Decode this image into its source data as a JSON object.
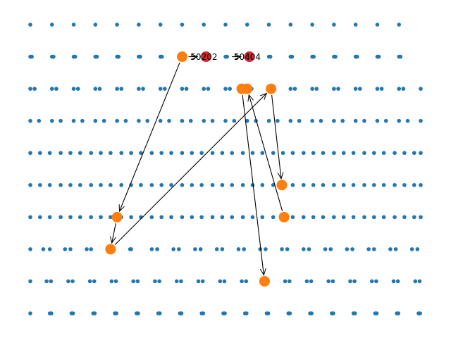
{
  "chart_data": {
    "type": "scatter",
    "grid": false,
    "axes_visible": false,
    "colors": {
      "grid_points": "#1f77b4",
      "path_points": "#ff7f0e",
      "endpoints": "#d62728",
      "arrows": "#000000"
    },
    "xlim": [
      0,
      18
    ],
    "ylim": [
      -9.3,
      0.3
    ],
    "background_points": {
      "rows": [
        {
          "y": 0,
          "x": [
            0,
            1,
            2,
            3,
            4,
            5,
            6,
            7,
            8,
            9,
            10,
            11,
            12,
            13,
            14,
            15,
            16,
            17
          ]
        },
        {
          "y": -1,
          "x": [
            0,
            0.07,
            1,
            1.07,
            2,
            2.07,
            3,
            3.07,
            4,
            4.07,
            5,
            5.07,
            6,
            6.07,
            7,
            7.07,
            8,
            8.07,
            9,
            9.07,
            10,
            10.07,
            11,
            11.07,
            12,
            12.07,
            13,
            13.07,
            14,
            14.07,
            15,
            15.07,
            16,
            16.07,
            17,
            17.07
          ]
        },
        {
          "y": -2,
          "x": [
            0,
            0.2,
            1,
            1.2,
            2,
            2.2,
            3,
            3.2,
            4,
            4.2,
            5,
            5.2,
            6,
            6.2,
            7,
            7.2,
            8,
            8.2,
            9,
            9.2,
            10,
            10.2,
            11,
            11.2,
            12,
            12.2,
            13,
            13.2,
            14,
            14.2,
            15,
            15.2,
            16,
            16.2,
            17,
            17.2,
            18
          ]
        },
        {
          "y": -3,
          "x": [
            0,
            0.4,
            1,
            1.4,
            2,
            2.4,
            3,
            3.4,
            4,
            4.4,
            5,
            5.4,
            6,
            6.4,
            7,
            7.4,
            8,
            8.4,
            9,
            9.4,
            10,
            10.4,
            11,
            11.4,
            12,
            12.4,
            13,
            13.4,
            14,
            14.4,
            15,
            15.4,
            16,
            16.4,
            17,
            17.4,
            18
          ]
        },
        {
          "y": -4,
          "x": [
            0,
            0.45,
            0.9,
            1.4,
            1.85,
            2.3,
            2.8,
            3.25,
            3.7,
            4.2,
            4.65,
            5.1,
            5.6,
            6.05,
            6.5,
            7.0,
            7.45,
            7.9,
            8.4,
            8.85,
            9.3,
            9.8,
            10.25,
            10.7,
            11.2,
            11.65,
            12.1,
            12.6,
            13.05,
            13.5,
            14.0,
            14.45,
            14.9,
            15.4,
            15.85,
            16.3,
            16.8,
            17.25,
            17.7,
            18
          ]
        },
        {
          "y": -5,
          "x": [
            0,
            0.45,
            0.9,
            1.4,
            1.85,
            2.3,
            2.8,
            3.25,
            3.7,
            4.2,
            4.65,
            5.1,
            5.6,
            6.05,
            6.5,
            7.0,
            7.45,
            7.9,
            8.4,
            8.85,
            9.3,
            9.8,
            10.25,
            10.7,
            11.2,
            11.65,
            12.1,
            12.6,
            13.05,
            13.5,
            14.0,
            14.45,
            14.9,
            15.4,
            15.85,
            16.3,
            16.8,
            17.25,
            17.7,
            18
          ]
        },
        {
          "y": -6,
          "x": [
            0,
            0.45,
            0.9,
            1.4,
            1.85,
            2.3,
            2.8,
            3.25,
            3.7,
            4.2,
            4.65,
            5.1,
            5.6,
            6.05,
            6.5,
            7.0,
            7.45,
            7.9,
            8.4,
            8.85,
            9.3,
            9.8,
            10.25,
            10.7,
            11.2,
            11.65,
            12.1,
            12.6,
            13.05,
            13.5,
            14.0,
            14.45,
            14.9,
            15.4,
            15.85,
            16.3,
            16.8,
            17.25,
            17.7,
            18
          ]
        },
        {
          "y": -7,
          "x": [
            0,
            0.6,
            0.9,
            1.6,
            1.85,
            2.6,
            2.8,
            3.6,
            3.7,
            4.6,
            4.65,
            5.6,
            5.85,
            6.6,
            6.85,
            7.6,
            7.85,
            8.6,
            8.85,
            9.6,
            9.85,
            10.6,
            10.85,
            11.6,
            11.85,
            12.6,
            12.85,
            13.6,
            13.85,
            14.6,
            14.85,
            15.6,
            15.85,
            16.6,
            16.85,
            17.6,
            17.85
          ]
        },
        {
          "y": -8,
          "x": [
            0,
            0.75,
            0.95,
            1.75,
            1.95,
            2.75,
            2.95,
            3.75,
            3.95,
            4.75,
            4.95,
            5.75,
            5.95,
            6.75,
            6.95,
            7.75,
            7.95,
            8.75,
            8.95,
            9.75,
            9.95,
            10.75,
            10.95,
            11.75,
            11.95,
            12.75,
            12.95,
            13.75,
            13.95,
            14.75,
            14.95,
            15.75,
            15.95,
            16.75,
            16.95,
            17.75,
            17.95
          ]
        },
        {
          "y": -9,
          "x": [
            0,
            0.9,
            0.97,
            1.9,
            1.97,
            2.9,
            2.97,
            3.9,
            3.97,
            4.9,
            4.97,
            5.9,
            5.97,
            6.9,
            6.97,
            7.9,
            7.97,
            8.9,
            8.97,
            9.9,
            9.97,
            10.9,
            10.97,
            11.9,
            11.97,
            12.9,
            12.97,
            13.9,
            13.97,
            14.9,
            14.97,
            15.9,
            15.97,
            16.9,
            16.97,
            17.9,
            17.97
          ]
        }
      ]
    },
    "path_points": [
      {
        "x": 7.0,
        "y": -1
      },
      {
        "x": 4.0,
        "y": -6
      },
      {
        "x": 3.7,
        "y": -7
      },
      {
        "x": 11.1,
        "y": -2
      },
      {
        "x": 11.6,
        "y": -5
      },
      {
        "x": 11.7,
        "y": -6
      },
      {
        "x": 10.0,
        "y": -2
      },
      {
        "x": 10.8,
        "y": -8
      },
      {
        "x": 9.75,
        "y": -2
      }
    ],
    "arrows": [
      {
        "from": [
          7.0,
          -1
        ],
        "to": [
          4.0,
          -6
        ]
      },
      {
        "from": [
          4.0,
          -6
        ],
        "to": [
          3.7,
          -7
        ]
      },
      {
        "from": [
          3.7,
          -7
        ],
        "to": [
          11.1,
          -2
        ]
      },
      {
        "from": [
          11.1,
          -2
        ],
        "to": [
          11.6,
          -5
        ]
      },
      {
        "from": [
          11.7,
          -6
        ],
        "to": [
          10.0,
          -2
        ]
      },
      {
        "from": [
          9.75,
          -2
        ],
        "to": [
          10.8,
          -8
        ]
      },
      {
        "from": [
          7.0,
          -1
        ],
        "to": [
          8.0,
          -1
        ]
      },
      {
        "from": [
          9.0,
          -1
        ],
        "to": [
          10.0,
          -1
        ]
      }
    ],
    "endpoints": [
      {
        "x": 8.1,
        "y": -1,
        "label": "50202"
      },
      {
        "x": 10.1,
        "y": -1,
        "label": "50404"
      }
    ]
  }
}
